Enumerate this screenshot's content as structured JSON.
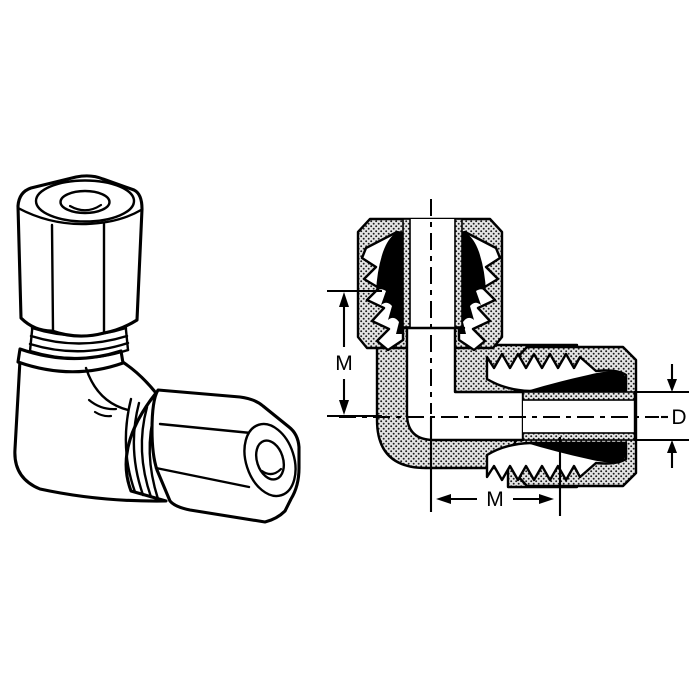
{
  "diagram": {
    "kind": "technical-illustration",
    "views": {
      "left": "elbow-fitting-perspective-drawing",
      "right": "elbow-fitting-cross-section"
    },
    "dimension_labels": {
      "vertical_m": "M",
      "horizontal_m": "M",
      "tube_diameter_d": "D"
    },
    "colors": {
      "line": "#000000",
      "background": "#ffffff",
      "section_texture_base": "#e4e4e4",
      "section_texture_dot": "#1c1c1c",
      "ferrule_fill": "#000000"
    }
  }
}
